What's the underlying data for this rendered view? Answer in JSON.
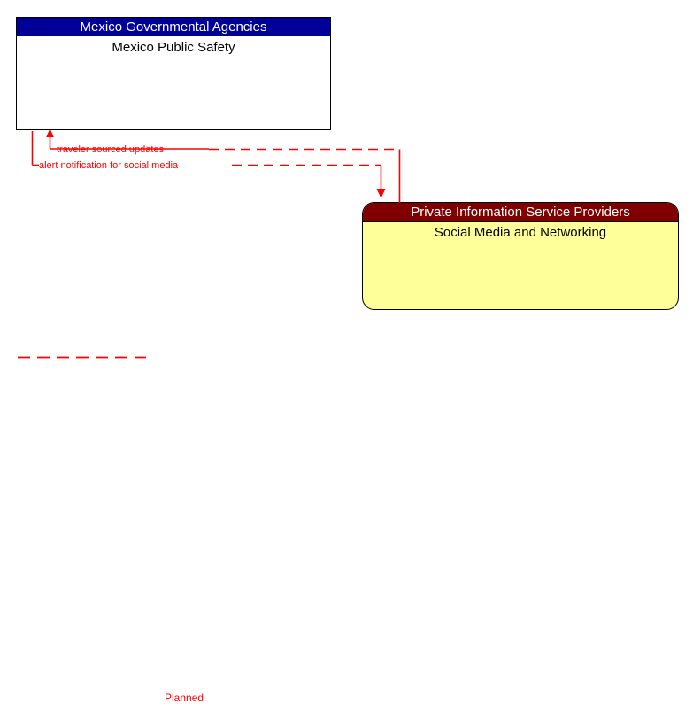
{
  "diagram": {
    "type": "context-flow-diagram",
    "entities": [
      {
        "id": "mexico-public-safety",
        "stakeholder": "Mexico Governmental Agencies",
        "name": "Mexico Public Safety",
        "header_color": "#000099",
        "header_text_color": "#ffffff",
        "body_color": "#ffffff",
        "border_color": "#000000",
        "shape": "rectangle"
      },
      {
        "id": "social-media-and-networking",
        "stakeholder": "Private Information Service Providers",
        "name": "Social Media and Networking",
        "header_color": "#800000",
        "header_text_color": "#ffffff",
        "body_color": "#ffff99",
        "border_color": "#000000",
        "shape": "rounded-rectangle"
      }
    ],
    "flows": [
      {
        "id": "traveler-sourced-updates",
        "label": "traveler sourced updates",
        "from": "social-media-and-networking",
        "to": "mexico-public-safety",
        "status": "Planned",
        "line_style": "dashed",
        "color": "#ff0000"
      },
      {
        "id": "alert-notification-for-social-media",
        "label": "alert notification for social media",
        "from": "mexico-public-safety",
        "to": "social-media-and-networking",
        "status": "Planned",
        "line_style": "dashed",
        "color": "#ff0000"
      }
    ],
    "legend": {
      "items": [
        {
          "label": "Planned",
          "line_style": "dashed",
          "color": "#ff0000"
        }
      ]
    }
  }
}
